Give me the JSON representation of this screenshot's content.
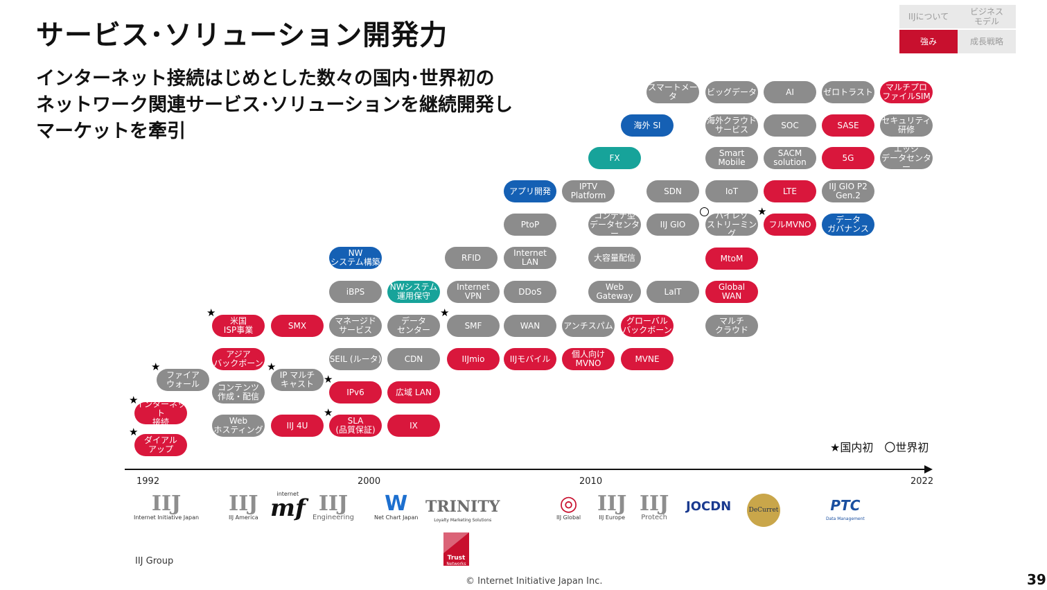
{
  "title": "サービス･ソリューション開発力",
  "subtitle": "インターネット接続はじめとした数々の国内･世界初の\nネットワーク関連サービス･ソリューションを継続開発し\nマーケットを牽引",
  "nav": {
    "about": "IIJについて",
    "business_model": "ビジネス\nモデル",
    "strengths": "強み",
    "growth": "成長戦略"
  },
  "colors": {
    "gray": "#8c8c8c",
    "red": "#d9173c",
    "blue": "#1560b4",
    "teal": "#17a39a",
    "active_tab": "#c8102e"
  },
  "pills": [
    {
      "id": "dialup",
      "label": "ダイアル\nアップ",
      "color": "red"
    },
    {
      "id": "internet-connect",
      "label": "インターネット\n接続",
      "color": "red"
    },
    {
      "id": "firewall",
      "label": "ファイア\nウォール",
      "color": "gray"
    },
    {
      "id": "us-isp",
      "label": "米国\nISP事業",
      "color": "red"
    },
    {
      "id": "asia-backbone",
      "label": "アジア\nバックボーン",
      "color": "red"
    },
    {
      "id": "contents",
      "label": "コンテンツ\n作成・配信",
      "color": "gray"
    },
    {
      "id": "web-hosting",
      "label": "Web\nホスティング",
      "color": "gray"
    },
    {
      "id": "smx",
      "label": "SMX",
      "color": "red"
    },
    {
      "id": "ip-multicast",
      "label": "IP マルチ\nキャスト",
      "color": "gray"
    },
    {
      "id": "iij4u",
      "label": "IIJ 4U",
      "color": "red"
    },
    {
      "id": "nw-build",
      "label": "NW\nシステム構築",
      "color": "blue"
    },
    {
      "id": "ibps",
      "label": "iBPS",
      "color": "gray"
    },
    {
      "id": "managed",
      "label": "マネージド\nサービス",
      "color": "gray"
    },
    {
      "id": "seil",
      "label": "SEIL (ルータ)",
      "color": "gray"
    },
    {
      "id": "ipv6",
      "label": "IPv6",
      "color": "red"
    },
    {
      "id": "sla",
      "label": "SLA\n(品質保証)",
      "color": "red"
    },
    {
      "id": "nw-ops",
      "label": "NWシステム\n運用保守",
      "color": "teal"
    },
    {
      "id": "datacenter",
      "label": "データ\nセンター",
      "color": "gray"
    },
    {
      "id": "cdn",
      "label": "CDN",
      "color": "gray"
    },
    {
      "id": "wide-lan",
      "label": "広域 LAN",
      "color": "red"
    },
    {
      "id": "ix",
      "label": "IX",
      "color": "red"
    },
    {
      "id": "rfid",
      "label": "RFID",
      "color": "gray"
    },
    {
      "id": "internet-vpn",
      "label": "Internet\nVPN",
      "color": "gray"
    },
    {
      "id": "smf",
      "label": "SMF",
      "color": "gray"
    },
    {
      "id": "iijmio",
      "label": "IIJmio",
      "color": "red"
    },
    {
      "id": "app-dev",
      "label": "アプリ開発",
      "color": "blue"
    },
    {
      "id": "ptop",
      "label": "PtoP",
      "color": "gray"
    },
    {
      "id": "internet-lan",
      "label": "Internet\nLAN",
      "color": "gray"
    },
    {
      "id": "ddos",
      "label": "DDoS",
      "color": "gray"
    },
    {
      "id": "wan",
      "label": "WAN",
      "color": "gray"
    },
    {
      "id": "iij-mobile",
      "label": "IIJモバイル",
      "color": "red"
    },
    {
      "id": "iptv",
      "label": "IPTV\nPlatform",
      "color": "gray"
    },
    {
      "id": "antispam",
      "label": "アンチスパム",
      "color": "gray"
    },
    {
      "id": "personal-mvno",
      "label": "個人向け\nMVNO",
      "color": "red"
    },
    {
      "id": "fx",
      "label": "FX",
      "color": "teal"
    },
    {
      "id": "container-dc",
      "label": "コンテナ型\nデータセンター",
      "color": "gray"
    },
    {
      "id": "bulk-delivery",
      "label": "大容量配信",
      "color": "gray"
    },
    {
      "id": "web-gateway",
      "label": "Web\nGateway",
      "color": "gray"
    },
    {
      "id": "global-backbone",
      "label": "グローバル\nバックボーン",
      "color": "red"
    },
    {
      "id": "mvne",
      "label": "MVNE",
      "color": "red"
    },
    {
      "id": "overseas-si",
      "label": "海外 SI",
      "color": "blue"
    },
    {
      "id": "smart-meter",
      "label": "スマートメータ",
      "color": "gray"
    },
    {
      "id": "sdn",
      "label": "SDN",
      "color": "gray"
    },
    {
      "id": "iij-gio",
      "label": "IIJ GIO",
      "color": "gray"
    },
    {
      "id": "lait",
      "label": "LaIT",
      "color": "gray"
    },
    {
      "id": "big-data",
      "label": "ビッグデータ",
      "color": "gray"
    },
    {
      "id": "overseas-cloud",
      "label": "海外クラウド\nサービス",
      "color": "gray"
    },
    {
      "id": "smart-mobile",
      "label": "Smart\nMobile",
      "color": "gray"
    },
    {
      "id": "iot",
      "label": "IoT",
      "color": "gray"
    },
    {
      "id": "hires",
      "label": "ハイレゾ\nストリーミング",
      "color": "gray"
    },
    {
      "id": "mtom",
      "label": "MtoM",
      "color": "red"
    },
    {
      "id": "global-wan",
      "label": "Global\nWAN",
      "color": "red"
    },
    {
      "id": "multi-cloud",
      "label": "マルチ\nクラウド",
      "color": "gray"
    },
    {
      "id": "ai",
      "label": "AI",
      "color": "gray"
    },
    {
      "id": "soc",
      "label": "SOC",
      "color": "gray"
    },
    {
      "id": "sacm",
      "label": "SACM\nsolution",
      "color": "gray"
    },
    {
      "id": "lte",
      "label": "LTE",
      "color": "red"
    },
    {
      "id": "full-mvno",
      "label": "フルMVNO",
      "color": "red"
    },
    {
      "id": "zero-trust",
      "label": "ゼロトラスト",
      "color": "gray"
    },
    {
      "id": "sase",
      "label": "SASE",
      "color": "red"
    },
    {
      "id": "5g",
      "label": "5G",
      "color": "red"
    },
    {
      "id": "gio-p2",
      "label": "IIJ GIO P2\nGen.2",
      "color": "gray"
    },
    {
      "id": "data-governance",
      "label": "データ\nガバナンス",
      "color": "blue"
    },
    {
      "id": "multi-profile-sim",
      "label": "マルチプロ\nファイルSIM",
      "color": "red"
    },
    {
      "id": "security-training",
      "label": "セキュリティ\n研修",
      "color": "gray"
    },
    {
      "id": "edge-dc",
      "label": "エッジ\nデータセンター",
      "color": "gray"
    }
  ],
  "legend": "★国内初　〇世界初",
  "timeline": {
    "years": [
      "1992",
      "2000",
      "2010",
      "2022"
    ]
  },
  "logos": [
    {
      "id": "iij",
      "big": "IIJ",
      "small": "Internet Initiative Japan"
    },
    {
      "id": "iij-america",
      "big": "IIJ",
      "small": "IIJ America"
    },
    {
      "id": "mf",
      "big": "mf",
      "small": "internet"
    },
    {
      "id": "iij-engineering",
      "big": "IIJ",
      "small": "Engineering"
    },
    {
      "id": "net-chart",
      "big": "W",
      "small": "Net Chart Japan"
    },
    {
      "id": "trinity",
      "big": "TRINITY",
      "small": "Loyalty Marketing Solutions"
    },
    {
      "id": "trust-networks",
      "big": "Trust",
      "small": "Networks"
    },
    {
      "id": "iij-global",
      "big": "◎",
      "small": "IIJ Global"
    },
    {
      "id": "iij-europe",
      "big": "IIJ",
      "small": "IIJ Europe"
    },
    {
      "id": "iij-protech",
      "big": "IIJ",
      "small": "Protech"
    },
    {
      "id": "jocdn",
      "big": "JOCDN",
      "small": ""
    },
    {
      "id": "decurret",
      "big": "DeCurret",
      "small": ""
    },
    {
      "id": "ptc",
      "big": "PTC",
      "small": "Data Management"
    }
  ],
  "group_label": "IIJ Group",
  "copyright": "© Internet Initiative Japan Inc.",
  "page_number": "39"
}
